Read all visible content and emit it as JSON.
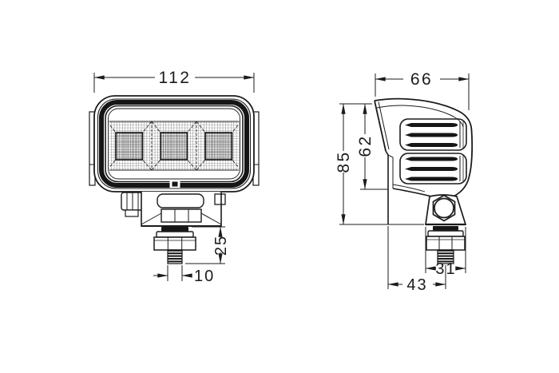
{
  "dims": {
    "front_width": "112",
    "stud_length": "25",
    "thread_diameter": "10",
    "side_depth": "66",
    "body_height": "62",
    "total_height": "85",
    "bracket_width": "31",
    "bracket_offset": "43"
  },
  "colors": {
    "background": "#ffffff",
    "line": "#1b1b1b"
  }
}
